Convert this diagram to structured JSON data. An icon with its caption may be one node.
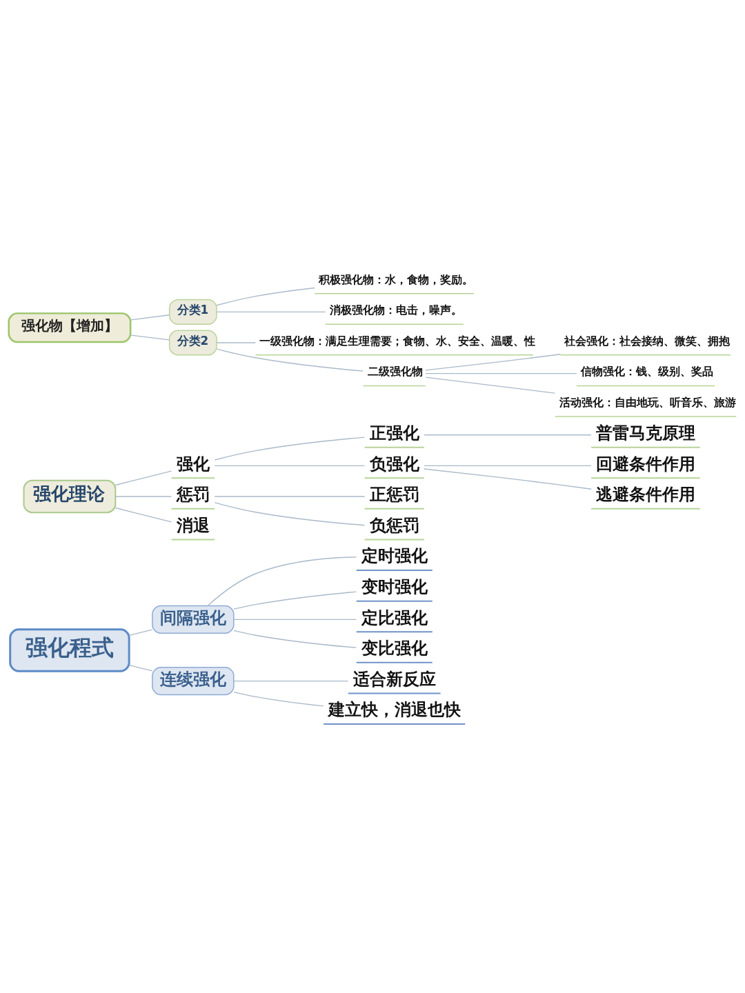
{
  "diagram": {
    "nodes": [
      {
        "text": [
          "强化物【增加】"
        ]
      },
      {
        "text": [
          "分类1"
        ]
      },
      {
        "text": [
          "积极强化物：水，食物，奖励。"
        ]
      },
      {
        "text": [
          "消极强化物：电击，噪声。"
        ]
      },
      {
        "text": [
          "分类2"
        ]
      },
      {
        "text": [
          "一级强化物：满足生理需要；食物、水、安全、温暖、性"
        ]
      },
      {
        "text": [
          "二级强化物"
        ]
      },
      {
        "text": [
          "社会强化：社会接纳、微笑、拥抱"
        ]
      },
      {
        "text": [
          "信物强化：钱、级别、奖品"
        ]
      },
      {
        "text": [
          "活动强化：自由地玩、听音乐、旅游"
        ]
      },
      {
        "text": [
          "强化理论"
        ]
      },
      {
        "text": [
          "强化"
        ]
      },
      {
        "text": [
          "正强化"
        ]
      },
      {
        "text": [
          "普雷马克原理"
        ]
      },
      {
        "text": [
          "负强化"
        ]
      },
      {
        "text": [
          "回避条件作用"
        ]
      },
      {
        "text": [
          "逃避条件作用"
        ]
      },
      {
        "text": [
          "惩罚"
        ]
      },
      {
        "text": [
          "正惩罚"
        ]
      },
      {
        "text": [
          "负惩罚"
        ]
      },
      {
        "text": [
          "消退"
        ]
      },
      {
        "text": [
          "强化程式"
        ]
      },
      {
        "text": [
          "间隔强化"
        ]
      },
      {
        "text": [
          "定时强化"
        ]
      },
      {
        "text": [
          "变时强化"
        ]
      },
      {
        "text": [
          "定比强化"
        ]
      },
      {
        "text": [
          "变比强化"
        ]
      },
      {
        "text": [
          "连续强化"
        ]
      },
      {
        "text": [
          "适合新反应"
        ]
      },
      {
        "text": [
          "建立快，消退也快"
        ]
      }
    ],
    "edges": [
      {
        "from": 0,
        "to": 1,
        "arrow": "none"
      },
      {
        "from": 1,
        "to": 2,
        "arrow": "none"
      },
      {
        "from": 1,
        "to": 3,
        "arrow": "none"
      },
      {
        "from": 0,
        "to": 4,
        "arrow": "none"
      },
      {
        "from": 4,
        "to": 5,
        "arrow": "none"
      },
      {
        "from": 4,
        "to": 6,
        "arrow": "none"
      },
      {
        "from": 6,
        "to": 7,
        "arrow": "none"
      },
      {
        "from": 6,
        "to": 8,
        "arrow": "none"
      },
      {
        "from": 6,
        "to": 9,
        "arrow": "none"
      },
      {
        "from": 10,
        "to": 11,
        "arrow": "none"
      },
      {
        "from": 11,
        "to": 12,
        "arrow": "none"
      },
      {
        "from": 12,
        "to": 13,
        "arrow": "none"
      },
      {
        "from": 11,
        "to": 14,
        "arrow": "none"
      },
      {
        "from": 14,
        "to": 15,
        "arrow": "none"
      },
      {
        "from": 14,
        "to": 16,
        "arrow": "none"
      },
      {
        "from": 10,
        "to": 17,
        "arrow": "none"
      },
      {
        "from": 17,
        "to": 18,
        "arrow": "none"
      },
      {
        "from": 17,
        "to": 19,
        "arrow": "none"
      },
      {
        "from": 10,
        "to": 20,
        "arrow": "none"
      },
      {
        "from": 21,
        "to": 22,
        "arrow": "none"
      },
      {
        "from": 22,
        "to": 23,
        "arrow": "none"
      },
      {
        "from": 22,
        "to": 24,
        "arrow": "none"
      },
      {
        "from": 22,
        "to": 25,
        "arrow": "none"
      },
      {
        "from": 22,
        "to": 26,
        "arrow": "none"
      },
      {
        "from": 21,
        "to": 27,
        "arrow": "none"
      },
      {
        "from": 27,
        "to": 28,
        "arrow": "none"
      },
      {
        "from": 27,
        "to": 29,
        "arrow": "none"
      }
    ]
  }
}
